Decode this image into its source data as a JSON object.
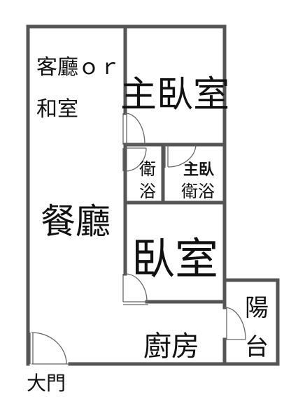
{
  "colors": {
    "wall": "#555555",
    "door": "#666666",
    "text": "#111111",
    "background": "#ffffff"
  },
  "rooms": {
    "living": {
      "line1": "客廳ｏｒ",
      "line2": "和室"
    },
    "master_bedroom": "主臥室",
    "bathroom": {
      "line1": "衛",
      "line2": "浴"
    },
    "master_bath": {
      "line1": "主臥",
      "line2": "衛浴"
    },
    "dining": "餐廳",
    "bedroom": "臥室",
    "balcony": {
      "line1": "陽",
      "line2": "台"
    },
    "kitchen": "廚房",
    "entrance": "大門"
  }
}
